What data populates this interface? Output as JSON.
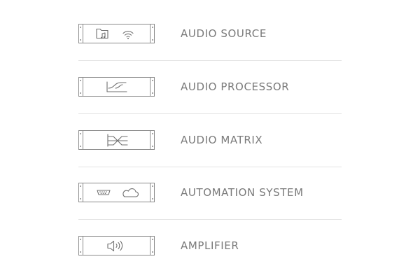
{
  "accent_color": "#7a7a7a",
  "rows": [
    {
      "label": "AUDIO SOURCE",
      "icons": [
        "folder-music-icon",
        "wifi-icon"
      ]
    },
    {
      "label": "AUDIO PROCESSOR",
      "icons": [
        "processor-signal-icon"
      ]
    },
    {
      "label": "AUDIO MATRIX",
      "icons": [
        "matrix-routing-icon"
      ]
    },
    {
      "label": "AUTOMATION SYSTEM",
      "icons": [
        "serial-port-icon",
        "cloud-icon"
      ]
    },
    {
      "label": "AMPLIFIER",
      "icons": [
        "speaker-icon"
      ]
    }
  ]
}
